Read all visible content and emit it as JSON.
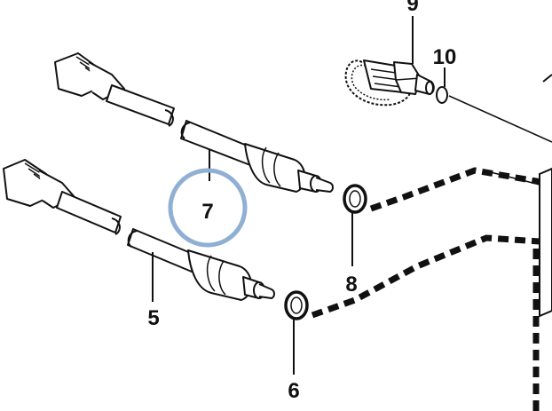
{
  "labels": {
    "part_5": "5",
    "part_6": "6",
    "part_7": "7",
    "part_8": "8",
    "part_9": "9",
    "part_10": "10"
  },
  "highlight": {
    "target": "part_7",
    "color": "#8fb0d3"
  },
  "colors": {
    "line": "#111111",
    "fill": "#ffffff"
  }
}
